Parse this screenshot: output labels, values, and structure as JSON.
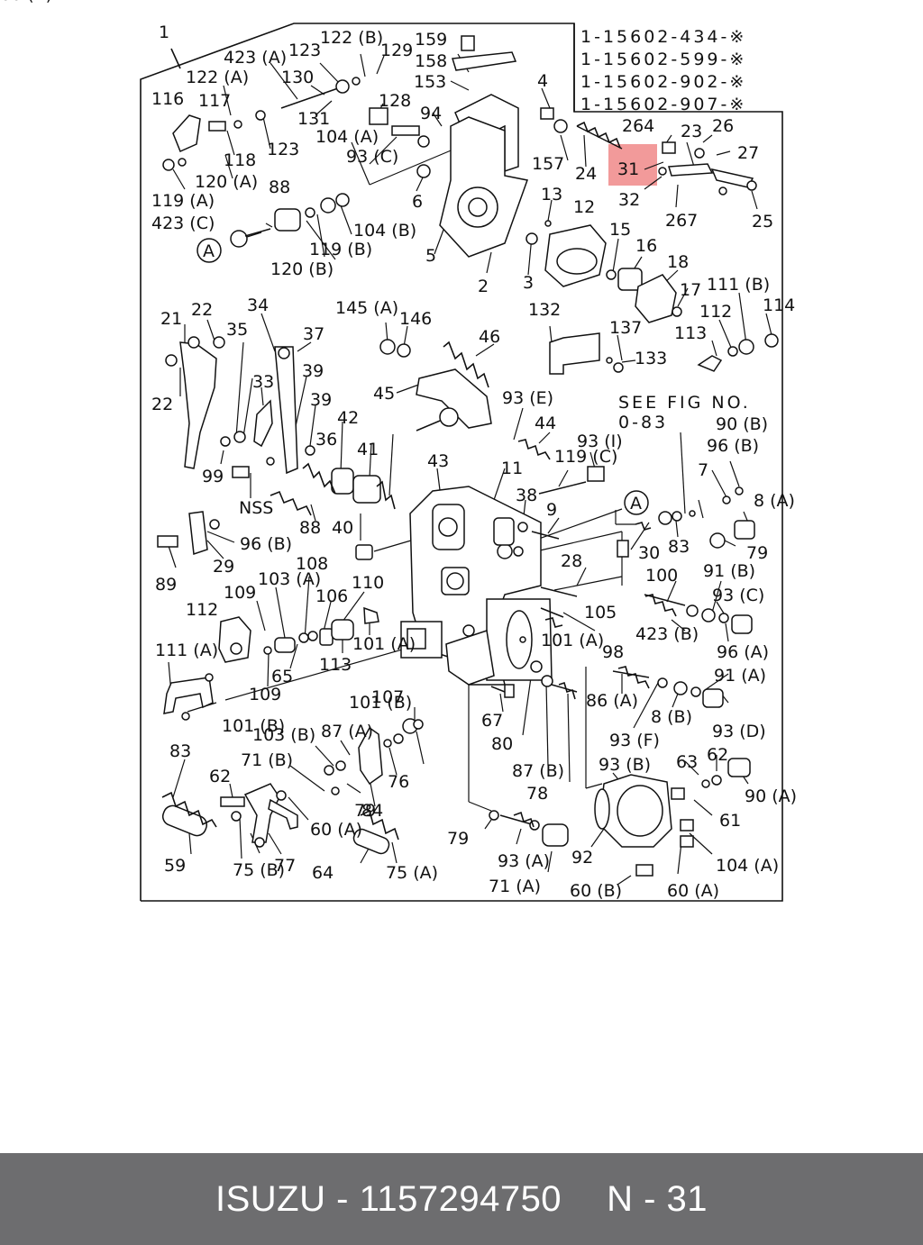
{
  "part_numbers": [
    "1-15602-434-※",
    "1-15602-599-※",
    "1-15602-902-※",
    "1-15602-907-※"
  ],
  "see_fig": [
    "SEE FIG NO.",
    "0-83"
  ],
  "highlight": {
    "label": "31",
    "color": "#f29a9a"
  },
  "callouts": [
    "1",
    "423 (A)",
    "123",
    "122 (B)",
    "129",
    "159",
    "158",
    "153",
    "122 (A)",
    "130",
    "128",
    "116",
    "117",
    "131",
    "94",
    "4",
    "264",
    "23",
    "26",
    "27",
    "104 (A)",
    "93 (C)",
    "118",
    "123",
    "157",
    "24",
    "31",
    "32",
    "267",
    "25",
    "120 (A)",
    "119 (A)",
    "88",
    "6",
    "423 (C)",
    "104 (B)",
    "119 (B)",
    "120 (B)",
    "13",
    "12",
    "15",
    "16",
    "18",
    "5",
    "2",
    "3",
    "17",
    "111 (B)",
    "114",
    "112",
    "34",
    "145 (A)",
    "146",
    "22",
    "21",
    "35",
    "46",
    "132",
    "137",
    "133",
    "113",
    "37",
    "39",
    "33",
    "45",
    "93 (E)",
    "22",
    "39",
    "42",
    "44",
    "90 (B)",
    "93 (I)",
    "96 (B)",
    "119 (C)",
    "99",
    "36",
    "41",
    "43",
    "11",
    "7",
    "NSS",
    "38",
    "9",
    "8 (A)",
    "88",
    "40",
    "96 (B)",
    "30",
    "83",
    "79",
    "89",
    "29",
    "28",
    "100",
    "91 (B)",
    "93 (C)",
    "103 (A)",
    "108",
    "109",
    "106",
    "110",
    "112",
    "105",
    "423 (B)",
    "101 (A)",
    "98",
    "96 (A)",
    "101 (A)",
    "113",
    "111 (A)",
    "65",
    "109",
    "107",
    "86 (A)",
    "91 (A)",
    "101 (B)",
    "67",
    "8 (B)",
    "93 (D)",
    "103 (B)",
    "87 (A)",
    "80",
    "93 (F)",
    "101 (B)",
    "83",
    "71 (B)",
    "87 (B)",
    "93 (B)",
    "63",
    "62",
    "62",
    "76",
    "79",
    "84",
    "78",
    "90 (A)",
    "61",
    "60 (A)",
    "79",
    "93 (A)",
    "92",
    "59",
    "75 (B)",
    "77",
    "64",
    "75 (A)",
    "71 (A)",
    "104 (A)",
    "60 (B)",
    "60 (A)",
    "60 (B)"
  ],
  "footer": {
    "brand": "ISUZU",
    "separator": "-",
    "part_number": "1157294750",
    "position": "N - 31"
  }
}
